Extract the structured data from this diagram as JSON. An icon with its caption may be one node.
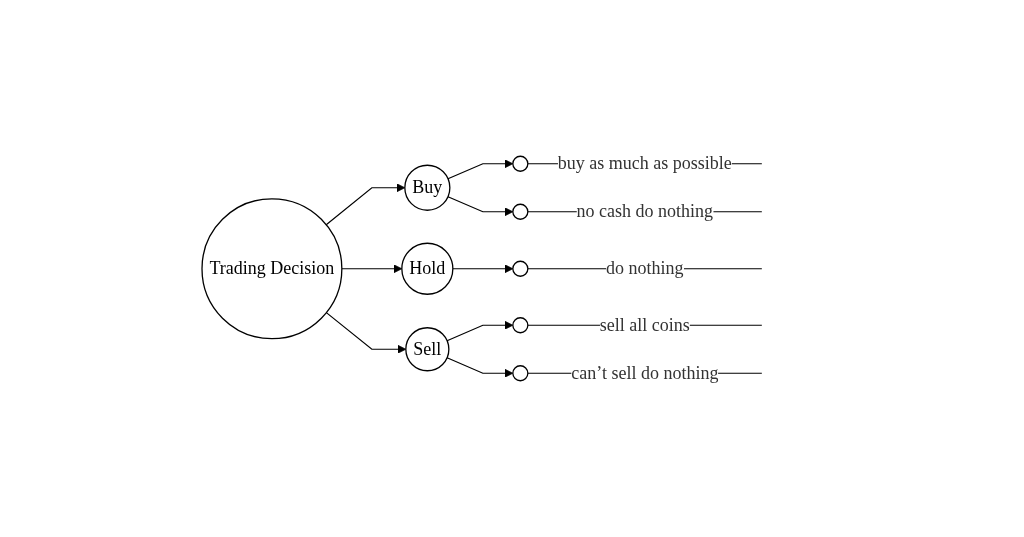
{
  "diagram": {
    "nodes": [
      {
        "text": [
          "Trading Decision"
        ]
      },
      {
        "text": [
          "Buy"
        ]
      },
      {
        "text": [
          "Hold"
        ]
      },
      {
        "text": [
          "Sell"
        ]
      },
      {
        "text": [],
        "shape": "circle"
      },
      {
        "text": [],
        "shape": "circle"
      },
      {
        "text": [],
        "shape": "circle"
      },
      {
        "text": [],
        "shape": "circle"
      },
      {
        "text": [],
        "shape": "circle"
      }
    ],
    "edges": [
      {
        "from": 0,
        "to": 1,
        "arrow": "to"
      },
      {
        "from": 0,
        "to": 2,
        "arrow": "to"
      },
      {
        "from": 0,
        "to": 3,
        "arrow": "to"
      },
      {
        "from": 1,
        "to": 4,
        "arrow": "to"
      },
      {
        "from": 1,
        "to": 5,
        "arrow": "to"
      },
      {
        "from": 2,
        "to": 6,
        "arrow": "to"
      },
      {
        "from": 3,
        "to": 7,
        "arrow": "to"
      },
      {
        "from": 3,
        "to": 8,
        "arrow": "to"
      },
      {
        "from": 4,
        "to": null,
        "arrow": "none",
        "label": "buy as much as possible"
      },
      {
        "from": 5,
        "to": null,
        "arrow": "none",
        "label": "no cash do nothing"
      },
      {
        "from": 6,
        "to": null,
        "arrow": "none",
        "label": "do nothing"
      },
      {
        "from": 7,
        "to": null,
        "arrow": "none",
        "label": "sell all coins"
      },
      {
        "from": 8,
        "to": null,
        "arrow": "none",
        "label": "can’t sell do nothing"
      }
    ]
  }
}
